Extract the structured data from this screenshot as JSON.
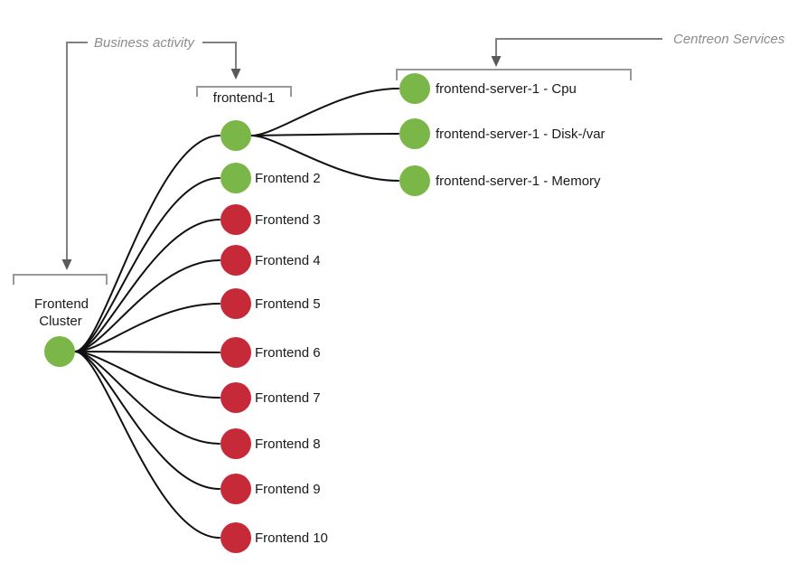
{
  "diagram": {
    "type": "business-activity-topology",
    "annotations": {
      "business_activity": "Business activity",
      "centreon_services": "Centreon Services"
    },
    "cluster": {
      "label_line1": "Frontend",
      "label_line2": "Cluster",
      "status": "ok"
    },
    "hosts": [
      {
        "label": "frontend-1",
        "status": "ok"
      },
      {
        "label": "Frontend 2",
        "status": "ok"
      },
      {
        "label": "Frontend 3",
        "status": "critical"
      },
      {
        "label": "Frontend 4",
        "status": "critical"
      },
      {
        "label": "Frontend 5",
        "status": "critical"
      },
      {
        "label": "Frontend 6",
        "status": "critical"
      },
      {
        "label": "Frontend 7",
        "status": "critical"
      },
      {
        "label": "Frontend 8",
        "status": "critical"
      },
      {
        "label": "Frontend 9",
        "status": "critical"
      },
      {
        "label": "Frontend 10",
        "status": "critical"
      }
    ],
    "services": [
      {
        "label": "frontend-server-1 - Cpu",
        "status": "ok"
      },
      {
        "label": "frontend-server-1 - Disk-/var",
        "status": "ok"
      },
      {
        "label": "frontend-server-1 - Memory",
        "status": "ok"
      }
    ],
    "colors": {
      "status_ok": "#7ab648",
      "status_critical": "#c62a39",
      "edge": "#111111",
      "annotation_line": "#808080",
      "annotation_text": "#8c8c8c",
      "bracket": "#999999",
      "arrowhead": "#595959",
      "text": "#1a1a1a"
    }
  }
}
